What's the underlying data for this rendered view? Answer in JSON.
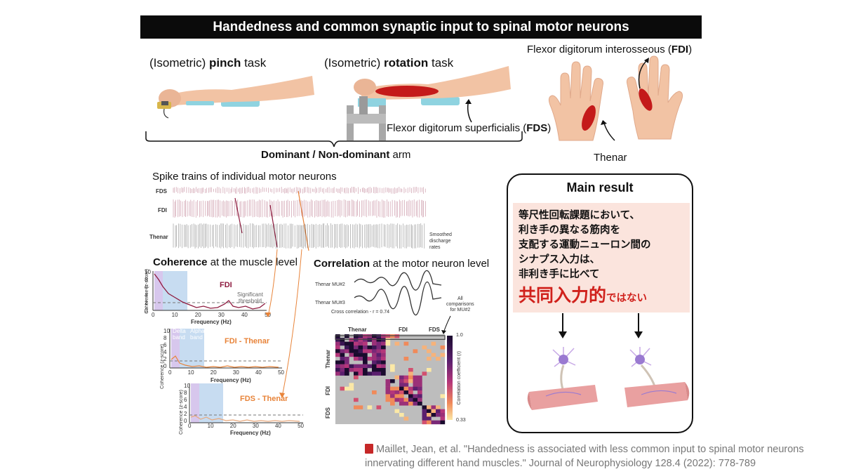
{
  "title": "Handedness and common synaptic input to spinal motor neurons",
  "tasks": {
    "pinch_prefix": "(Isometric) ",
    "pinch_bold": "pinch",
    "pinch_suffix": " task",
    "rotation_prefix": "(Isometric) ",
    "rotation_bold": "rotation",
    "rotation_suffix": " task",
    "arm_bold": "Dominant / Non-dominant",
    "arm_suffix": " arm",
    "fds_label_prefix": "Flexor digitorum superficialis (",
    "fds_label_bold": "FDS",
    "fds_label_suffix": ")"
  },
  "hand": {
    "fdi_prefix": "Flexor digitorum interosseous (",
    "fdi_bold": "FDI",
    "fdi_suffix": ")",
    "thenar": "Thenar"
  },
  "spikes": {
    "title": "Spike trains of individual motor neurons",
    "rows": [
      "FDS",
      "FDI",
      "Thenar"
    ],
    "smoothed": [
      "Smoothed",
      "discharge",
      "rates"
    ]
  },
  "coherence": {
    "title_bold": "Coherence",
    "title_rest": " at the muscle level",
    "ylabel": "Coherence (z-score)",
    "xlabel": "Frequency (Hz)",
    "panel1_label": "FDI",
    "significant": [
      "Significant",
      "threshold"
    ],
    "panel2_label": "FDI - Thenar",
    "delta": [
      "Delta",
      "band"
    ],
    "alpha": [
      "Alpha",
      "band"
    ],
    "panel3_label": "FDS - Thenar",
    "yticks1": [
      "10",
      "8",
      "6",
      "4",
      "2",
      "0"
    ],
    "yticks2": [
      "10",
      "8",
      "6",
      "4",
      "2",
      "0"
    ],
    "yticks3": [
      "10",
      "8",
      "6",
      "4",
      "2",
      "0"
    ],
    "xticks": [
      "0",
      "10",
      "20",
      "30",
      "40",
      "50"
    ]
  },
  "correlation": {
    "title_bold": "Correlation",
    "title_rest": " at the motor neuron level",
    "mu2": "Thenar MU#2",
    "mu3": "Thenar MU#3",
    "cross": "Cross correlation - r = 0.74",
    "all_comp": [
      "All",
      "comparisons",
      "for MU#2"
    ],
    "col_labels": [
      "Thenar",
      "FDI",
      "FDS"
    ],
    "row_labels": [
      "Thenar",
      "FDI",
      "FDS"
    ],
    "colorbar_label": "Correlation coefficient (r)",
    "cbar_max": "1.0",
    "cbar_min": "0.33"
  },
  "result": {
    "title": "Main result",
    "lines": [
      "等尺性回転課題において、",
      "利き手の異なる筋肉を",
      "支配する運動ニューロン間の",
      "シナプス入力は、",
      "非利き手に比べて"
    ],
    "emph_big": "共同入力的",
    "emph_small": "ではない"
  },
  "reference": {
    "icon": "book-icon",
    "line1": "Maillet, Jean, et al. \"Handedness is associated with less common input to spinal motor neurons",
    "line2": "innervating different hand muscles.\" Journal of Neurophysiology 128.4 (2022): 778-789"
  },
  "colors": {
    "fdi_wine": "#8e1b3f",
    "thenar_orange": "#e8843a",
    "emphasis_red": "#d0211c",
    "result_bg": "#fbe4dd",
    "delta_band": "#cdb9e8",
    "alpha_band": "#b9d3ee"
  }
}
